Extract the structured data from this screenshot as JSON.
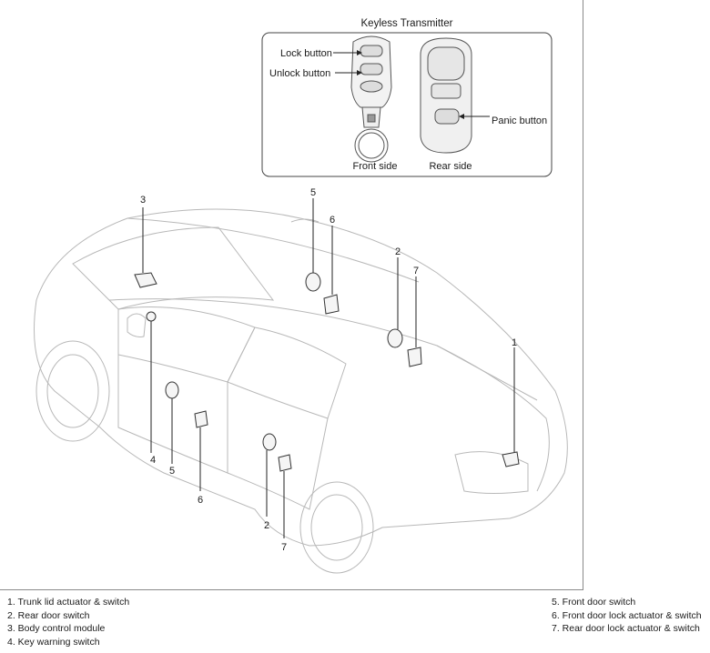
{
  "transmitter": {
    "title": "Keyless Transmitter",
    "labels": {
      "lock": "Lock button",
      "unlock": "Unlock button",
      "panic": "Panic button",
      "front": "Front side",
      "rear": "Rear side"
    }
  },
  "callouts": [
    "1",
    "2",
    "3",
    "4",
    "5",
    "6",
    "7"
  ],
  "legend_left": [
    "1. Trunk lid actuator & switch",
    "2. Rear door switch",
    "3. Body control module",
    "4. Key warning switch"
  ],
  "legend_right": [
    "5. Front door switch",
    "6. Front door lock actuator & switch",
    "7. Rear door lock actuator & switch"
  ]
}
